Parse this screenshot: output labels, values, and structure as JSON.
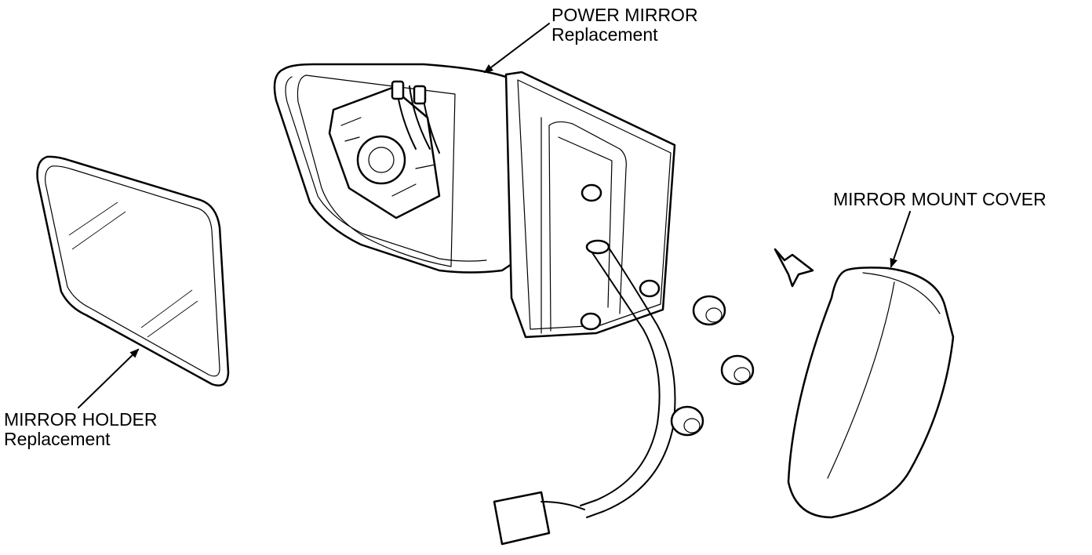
{
  "callouts": {
    "power_mirror": {
      "line1": "POWER MIRROR",
      "line2": "Replacement"
    },
    "mirror_mount_cover": {
      "line1": "MIRROR MOUNT COVER"
    },
    "mirror_holder": {
      "line1": "MIRROR HOLDER",
      "line2": "Replacement"
    }
  },
  "colors": {
    "ink": "#000000",
    "paper": "#ffffff"
  }
}
